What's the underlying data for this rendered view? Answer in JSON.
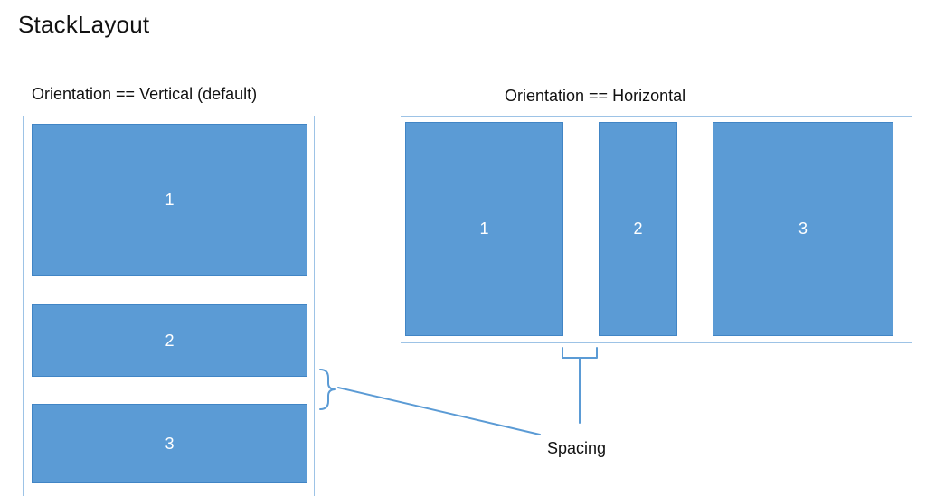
{
  "title": "StackLayout",
  "colors": {
    "box_fill": "#5B9BD5",
    "box_border": "#4185C5",
    "guide_line": "#9DC3E6",
    "annotation": "#5B9BD5",
    "text": "#111111",
    "box_label": "#FFFFFF"
  },
  "vertical_layout": {
    "heading": "Orientation == Vertical (default)",
    "boxes": [
      {
        "label": "1"
      },
      {
        "label": "2"
      },
      {
        "label": "3"
      }
    ]
  },
  "horizontal_layout": {
    "heading": "Orientation == Horizontal",
    "boxes": [
      {
        "label": "1"
      },
      {
        "label": "2"
      },
      {
        "label": "3"
      }
    ]
  },
  "annotation": {
    "label": "Spacing"
  }
}
